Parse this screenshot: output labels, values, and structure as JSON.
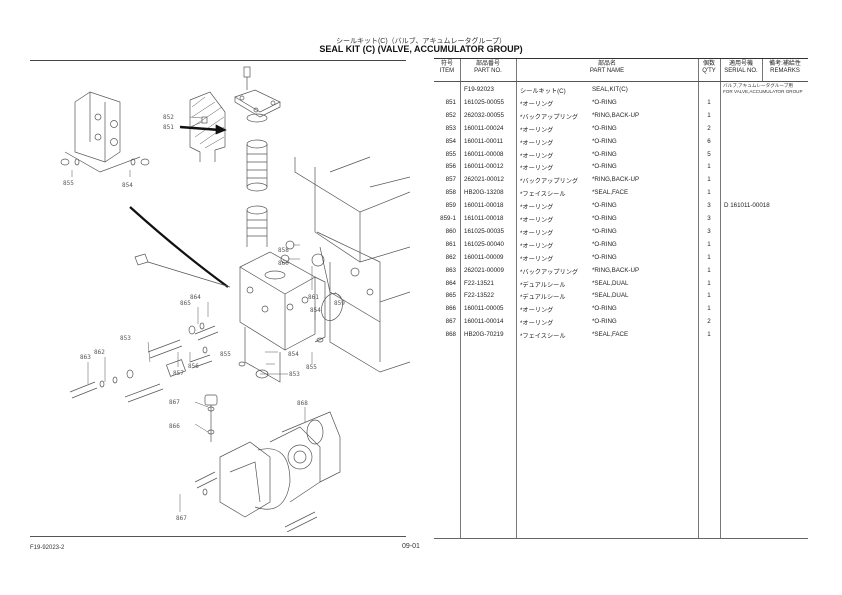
{
  "header": {
    "title_jp": "シールキット(C)（バルブ、アキュムレータグループ）",
    "title_en": "SEAL KIT (C) (VALVE, ACCUMULATOR GROUP)"
  },
  "table": {
    "columns": [
      {
        "jp": "符号",
        "en": "ITEM"
      },
      {
        "jp": "部品番号",
        "en": "PART NO."
      },
      {
        "jp": "部品名",
        "en": "PART NAME"
      },
      {
        "jp": "個数",
        "en": "Q'TY"
      },
      {
        "jp": "適用号機",
        "en": "SERIAL NO."
      },
      {
        "jp": "備考:補給性",
        "en": "REMARKS"
      }
    ],
    "remark_top_jp": "バルブ,アキュムレータグループ用",
    "remark_top_en": "FOR VALVE,ACCUMULATOR GROUP",
    "rows": [
      {
        "item": "",
        "part_no": "F19-92023",
        "name_jp": "シールキット(C)",
        "name_en": "SEAL,KIT(C)",
        "qty": "",
        "serial": ""
      },
      {
        "item": "851",
        "part_no": "161025-00055",
        "name_jp": "*オーリング",
        "name_en": "*O-RING",
        "qty": "1",
        "serial": ""
      },
      {
        "item": "852",
        "part_no": "262032-00055",
        "name_jp": "*バックアップリング",
        "name_en": "*RING,BACK-UP",
        "qty": "1",
        "serial": ""
      },
      {
        "item": "853",
        "part_no": "160011-00024",
        "name_jp": "*オーリング",
        "name_en": "*O-RING",
        "qty": "2",
        "serial": ""
      },
      {
        "item": "854",
        "part_no": "160011-00011",
        "name_jp": "*オーリング",
        "name_en": "*O-RING",
        "qty": "6",
        "serial": ""
      },
      {
        "item": "855",
        "part_no": "160011-00008",
        "name_jp": "*オーリング",
        "name_en": "*O-RING",
        "qty": "5",
        "serial": ""
      },
      {
        "item": "856",
        "part_no": "160011-00012",
        "name_jp": "*オーリング",
        "name_en": "*O-RING",
        "qty": "1",
        "serial": ""
      },
      {
        "item": "857",
        "part_no": "262021-00012",
        "name_jp": "*バックアップリング",
        "name_en": "*RING,BACK-UP",
        "qty": "1",
        "serial": ""
      },
      {
        "item": "858",
        "part_no": "HB20G-13208",
        "name_jp": "*フェイスシール",
        "name_en": "*SEAL,FACE",
        "qty": "1",
        "serial": ""
      },
      {
        "item": "859",
        "part_no": "160011-00018",
        "name_jp": "*オーリング",
        "name_en": "*O-RING",
        "qty": "3",
        "serial": "D 161011-00018"
      },
      {
        "item": "859-1",
        "part_no": "161011-00018",
        "name_jp": "*オーリング",
        "name_en": "*O-RING",
        "qty": "3",
        "serial": ""
      },
      {
        "item": "860",
        "part_no": "161025-00035",
        "name_jp": "*オーリング",
        "name_en": "*O-RING",
        "qty": "3",
        "serial": ""
      },
      {
        "item": "861",
        "part_no": "161025-00040",
        "name_jp": "*オーリング",
        "name_en": "*O-RING",
        "qty": "1",
        "serial": ""
      },
      {
        "item": "862",
        "part_no": "160011-00009",
        "name_jp": "*オーリング",
        "name_en": "*O-RING",
        "qty": "1",
        "serial": ""
      },
      {
        "item": "863",
        "part_no": "262021-00009",
        "name_jp": "*バックアップリング",
        "name_en": "*RING,BACK-UP",
        "qty": "1",
        "serial": ""
      },
      {
        "item": "864",
        "part_no": "F22-13521",
        "name_jp": "*デュアルシール",
        "name_en": "*SEAL,DUAL",
        "qty": "1",
        "serial": ""
      },
      {
        "item": "865",
        "part_no": "F22-13522",
        "name_jp": "*デュアルシール",
        "name_en": "*SEAL,DUAL",
        "qty": "1",
        "serial": ""
      },
      {
        "item": "866",
        "part_no": "160011-00005",
        "name_jp": "*オーリング",
        "name_en": "*O-RING",
        "qty": "1",
        "serial": ""
      },
      {
        "item": "867",
        "part_no": "160011-00014",
        "name_jp": "*オーリング",
        "name_en": "*O-RING",
        "qty": "2",
        "serial": ""
      },
      {
        "item": "868",
        "part_no": "HB20G-70219",
        "name_jp": "*フェイスシール",
        "name_en": "*SEAL,FACE",
        "qty": "1",
        "serial": ""
      }
    ]
  },
  "diagram": {
    "callouts": [
      "852",
      "851",
      "855",
      "854",
      "858",
      "860",
      "861",
      "859",
      "854",
      "865",
      "864",
      "853",
      "862",
      "863",
      "857",
      "856",
      "855",
      "854",
      "853",
      "855",
      "867",
      "866",
      "868",
      "867"
    ]
  },
  "footer": {
    "doc_code": "F19-92023-2",
    "page": "09-01"
  }
}
